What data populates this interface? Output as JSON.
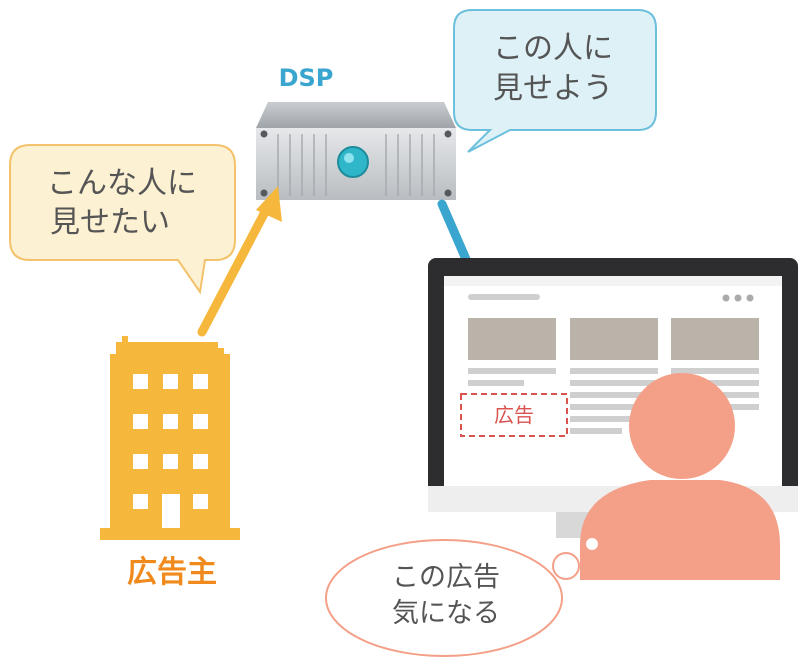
{
  "dsp": {
    "label": "DSP"
  },
  "advertiser": {
    "label": "広告主"
  },
  "bubbles": {
    "advertiser": {
      "line1": "こんな人に",
      "line2": "見せたい"
    },
    "dsp": {
      "line1": "この人に",
      "line2": "見せよう"
    },
    "viewer": {
      "line1": "この広告",
      "line2": "気になる"
    }
  },
  "monitor": {
    "ad_label": "広告"
  },
  "colors": {
    "dsp_blue": "#3aa6d0",
    "advertiser_orange": "#f6b83c",
    "advertiser_label": "#f08a1c",
    "person": "#f4a088",
    "ad_red": "#d9534f",
    "bubble_yellow_fill": "#fdf1d3",
    "bubble_yellow_stroke": "#f3c26a",
    "bubble_blue_fill": "#ddf1f7",
    "bubble_blue_stroke": "#6cc0dc"
  }
}
